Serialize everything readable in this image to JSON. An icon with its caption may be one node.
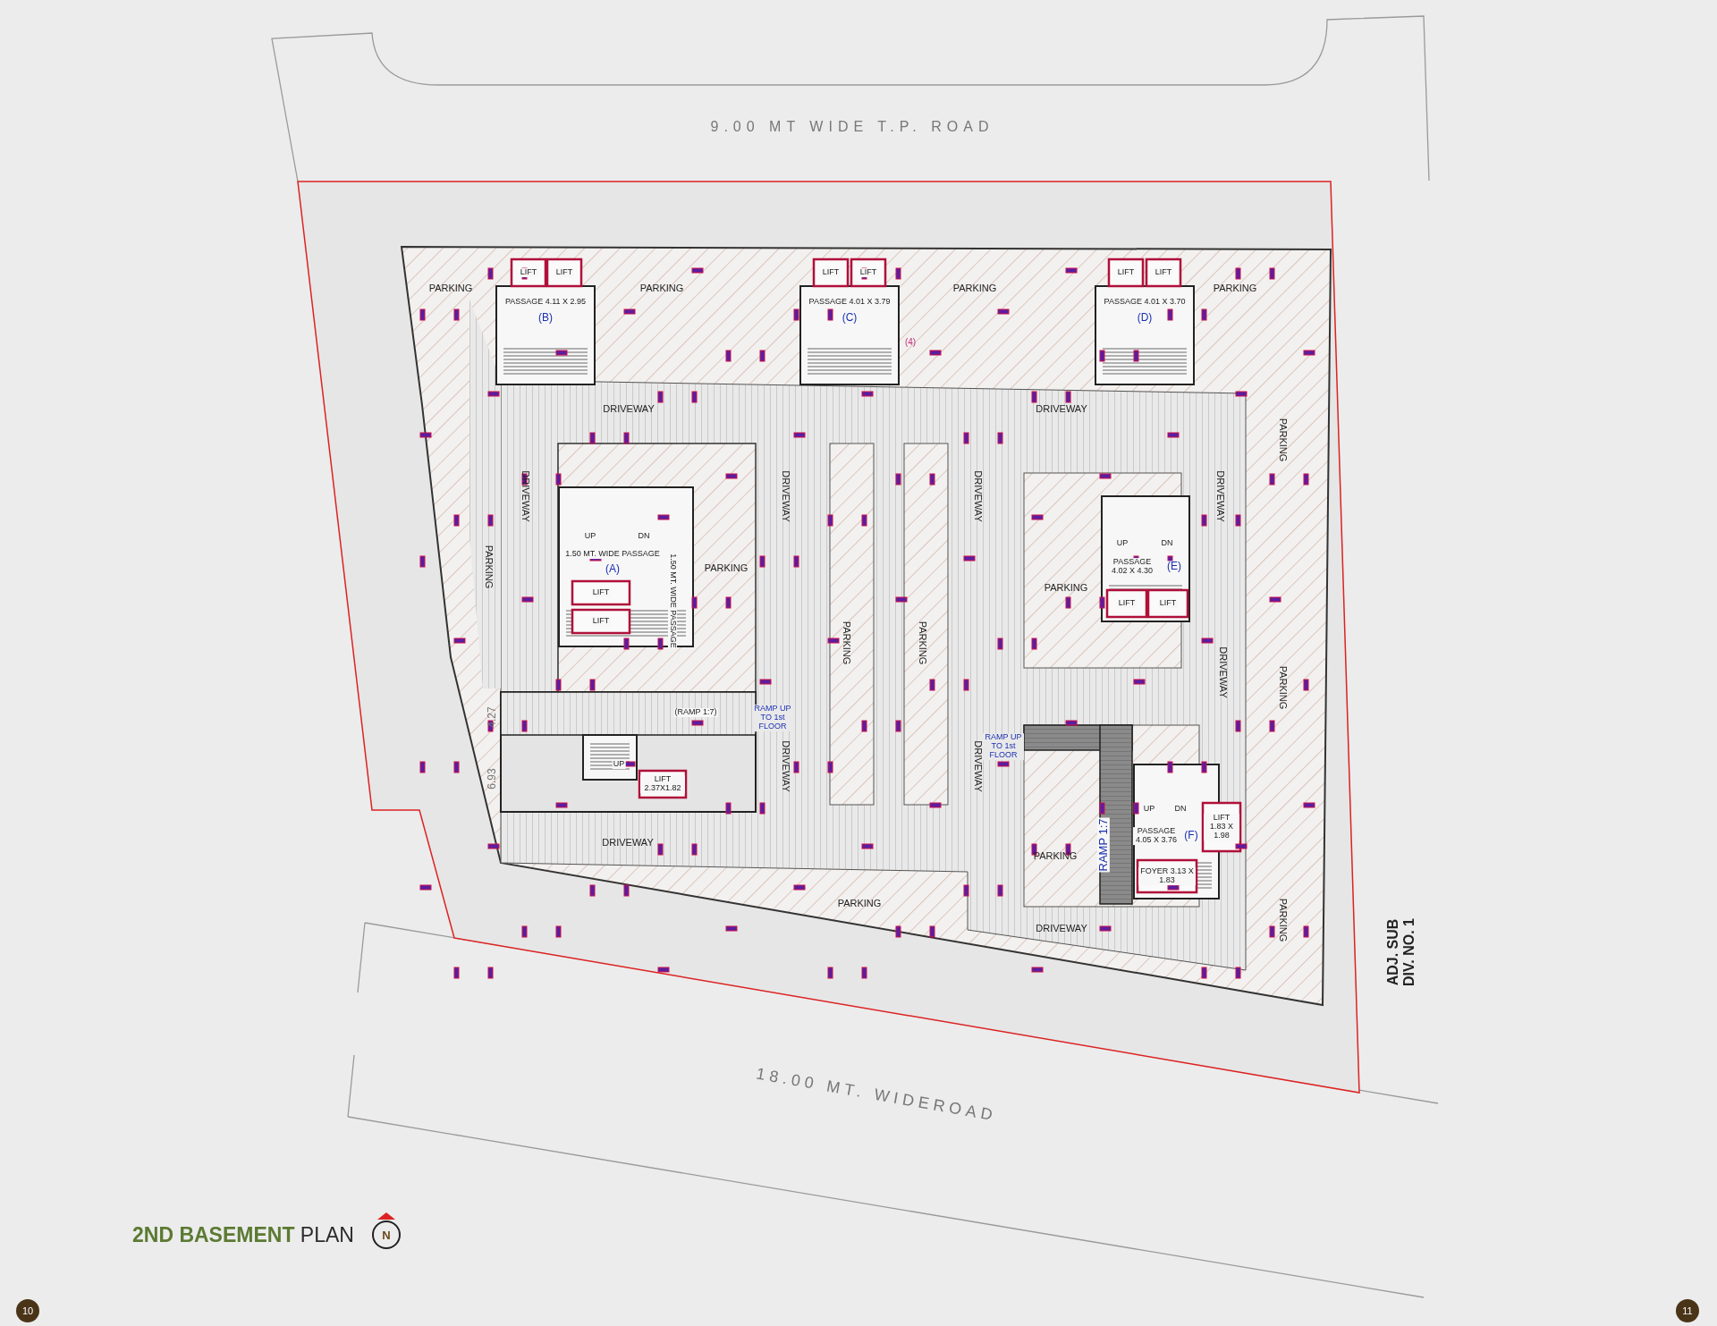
{
  "diagram": {
    "title": "**2ND BASEMENT** PLAN",
    "labels": [
      "9.00 MT WIDE T.P. ROAD",
      "PARKING",
      "LIFT",
      "LIFT",
      "PASSAGE 4.11 X 2.95",
      "(B)",
      "PARKING",
      "LIFT",
      "LIFT",
      "PASSAGE 4.01 X 3.79",
      "(C)",
      "(4)",
      "PARKING",
      "LIFT",
      "LIFT",
      "PASSAGE 4.01 X 3.70",
      "(D)",
      "PARKING",
      "DRIVEWAY",
      "DRIVEWAY",
      "PARKING",
      "DRIVEWAY",
      "PARKING",
      "UP",
      "DN",
      "1.50 MT. WIDE PASSAGE",
      "(A)",
      "PARKING",
      "LIFT",
      "LIFT",
      "1.50 MT. WIDE PASSAGE",
      "DRIVEWAY",
      "PARKING",
      "PARKING",
      "DRIVEWAY",
      "UP",
      "DN",
      "PASSAGE 4.02 X 4.30",
      "(E)",
      "PARKING",
      "LIFT",
      "LIFT",
      "DRIVEWAY",
      "PARKING",
      "4.27",
      "(RAMP 1:7)",
      "RAMP UP TO 1st FLOOR",
      "6.93",
      "UP",
      "LIFT 2.37X1.82",
      "DRIVEWAY",
      "RAMP UP TO 1st FLOOR",
      "DRIVEWAY",
      "DRIVEWAY",
      "PARKING",
      "RAMP 1:7",
      "UP",
      "DN",
      "PASSAGE 4.05 X 3.76",
      "(F)",
      "LIFT 1.83 X 1.98",
      "FOYER 3.13 X 1.83",
      "DRIVEWAY",
      "PARKING",
      "DRIVEWAY",
      "PARKING",
      "ADJ. SUB DIV. NO. 1",
      "18.00 MT. WIDEROAD",
      "N",
      "10",
      "11"
    ]
  }
}
